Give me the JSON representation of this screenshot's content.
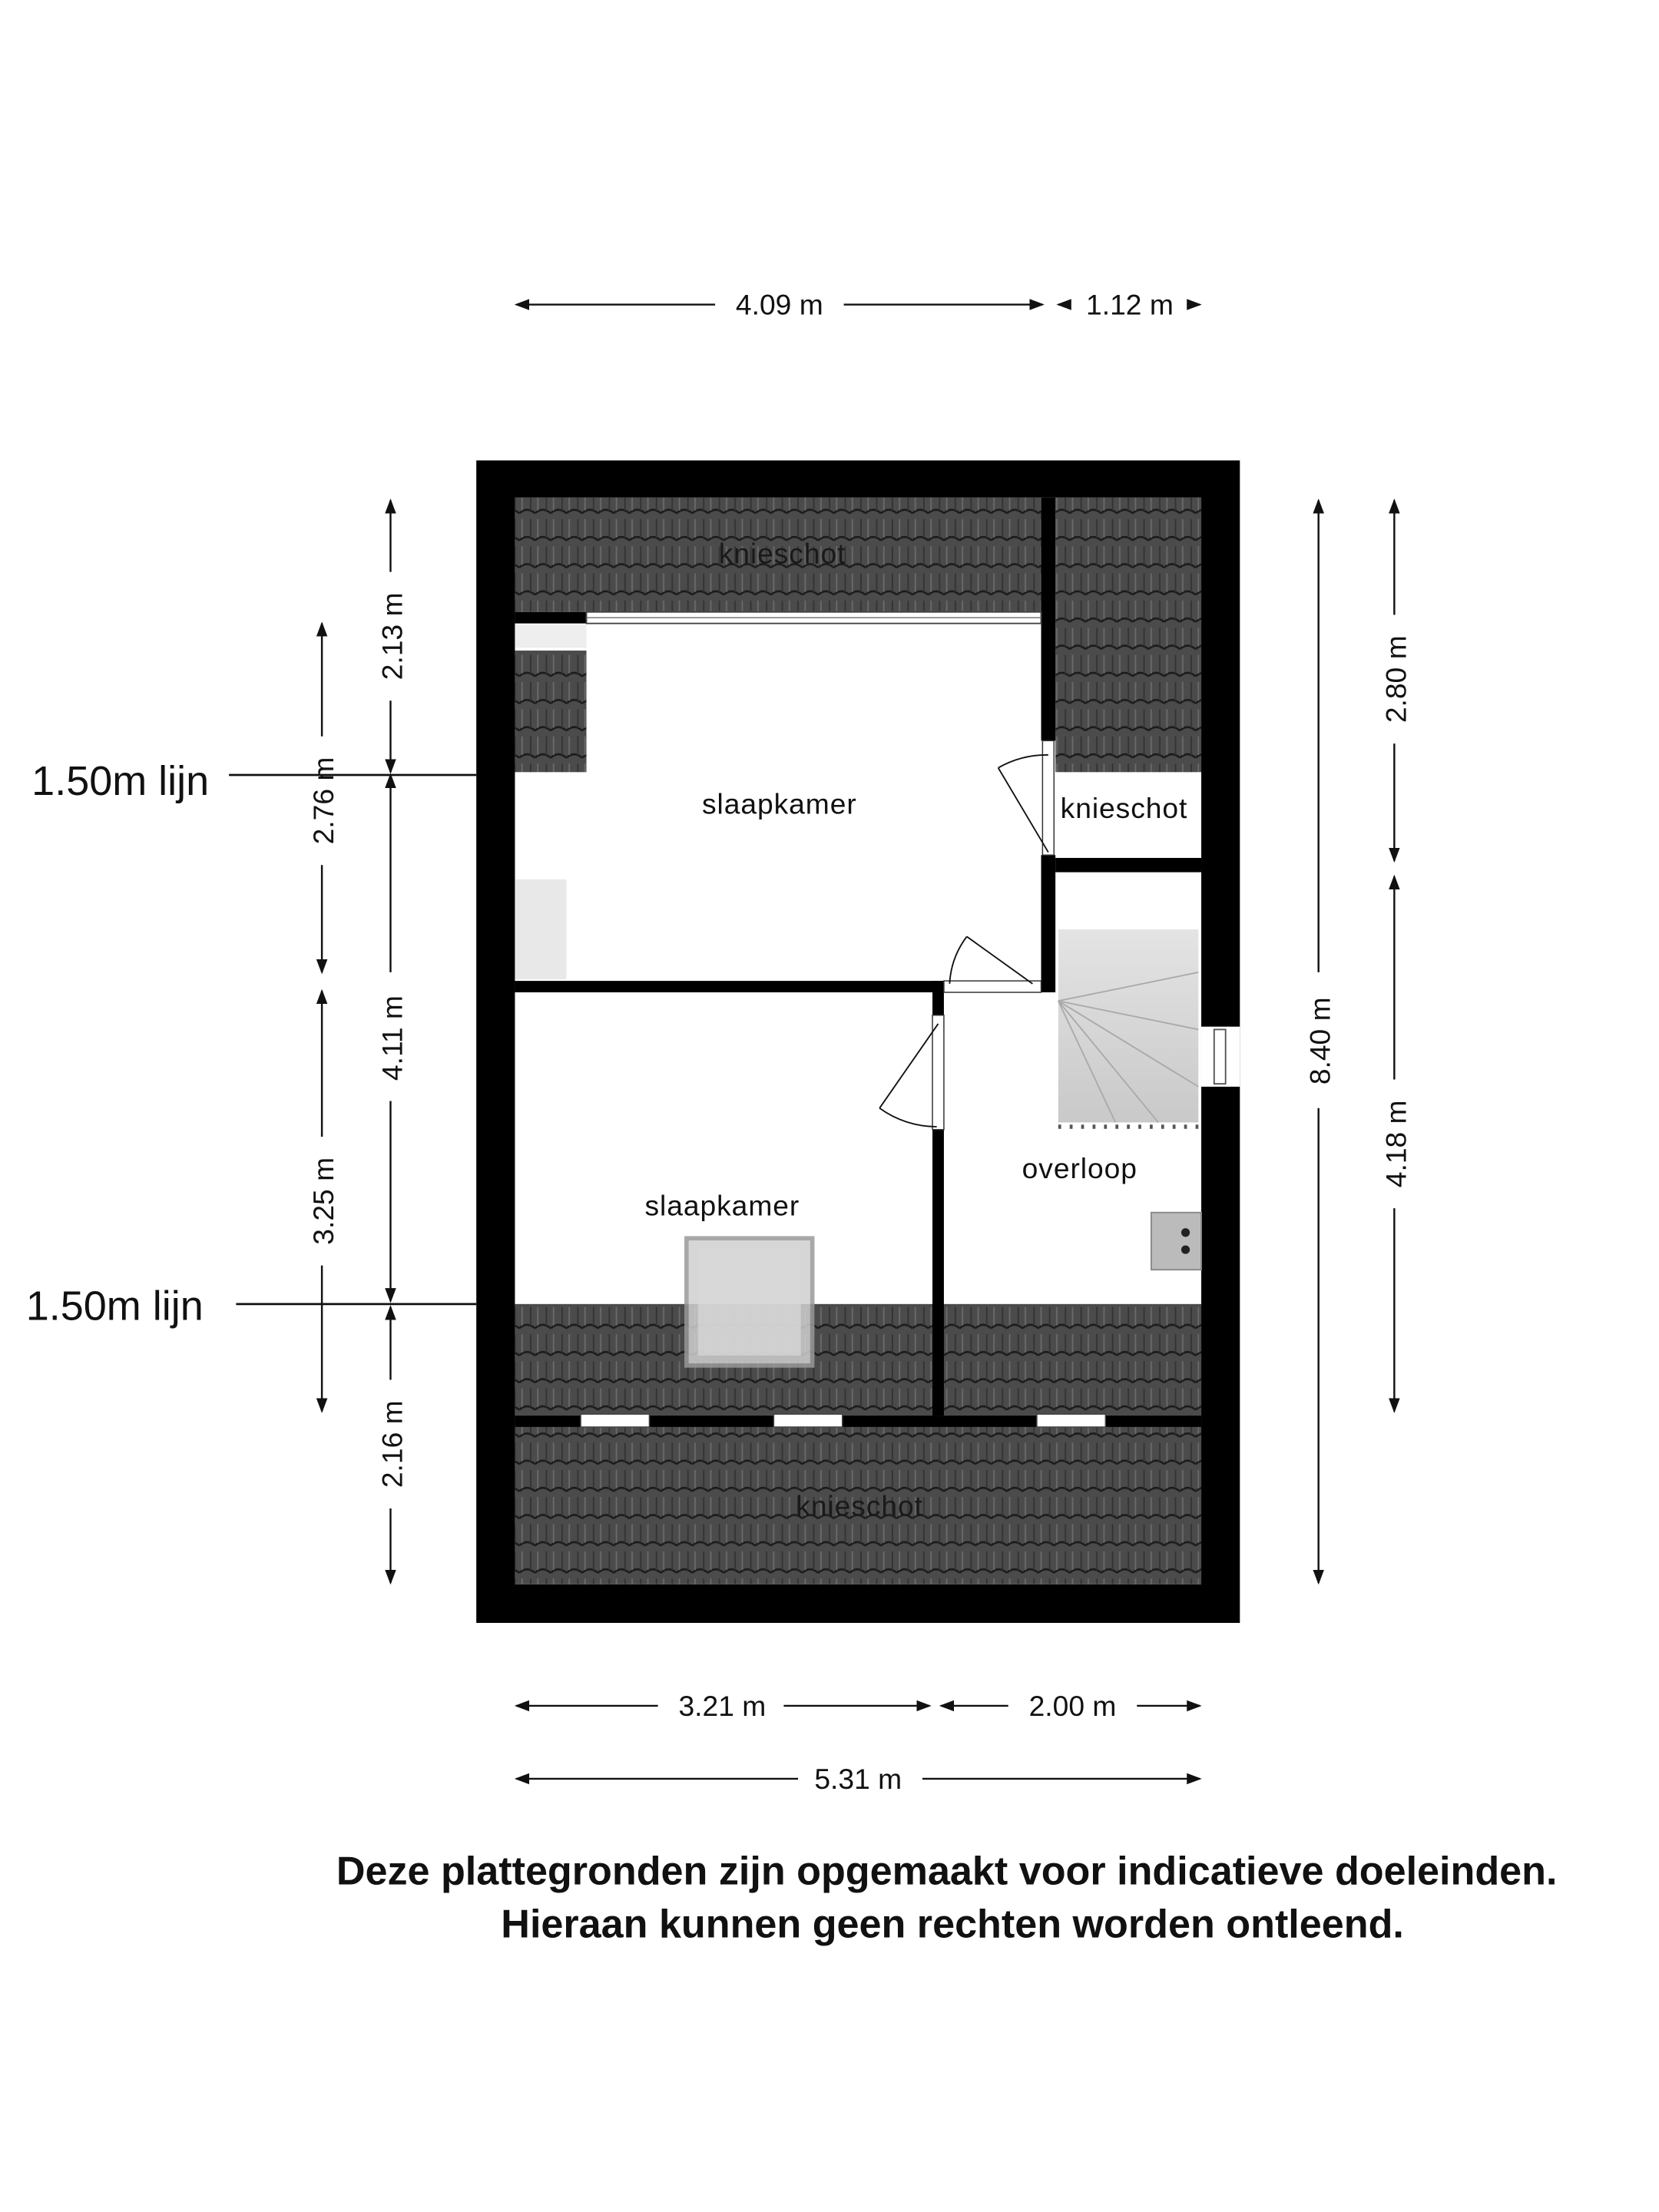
{
  "rooms": {
    "knieschot_top": "knieschot",
    "slaapkamer_top": "slaapkamer",
    "knieschot_right": "knieschot",
    "slaapkamer_bottom": "slaapkamer",
    "overloop": "overloop",
    "knieschot_bottom": "knieschot"
  },
  "dimensions": {
    "top_left": "4.09 m",
    "top_right": "1.12 m",
    "bottom_left": "3.21 m",
    "bottom_right": "2.00 m",
    "bottom_total": "5.31 m",
    "left_outer_1": "2.13 m",
    "left_outer_2": "4.11 m",
    "left_outer_3": "2.16 m",
    "left_inner_1": "2.76 m",
    "left_inner_2": "3.25 m",
    "right_total": "8.40 m",
    "right_1": "2.80 m",
    "right_2": "4.18 m"
  },
  "lines": {
    "lijn_top": "1.50m lijn",
    "lijn_bottom": "1.50m lijn"
  },
  "disclaimer": {
    "line1": "Deze plattegronden zijn opgemaakt voor indicatieve doeleinden.",
    "line2": "Hieraan kunnen geen rechten worden ontleend."
  },
  "colors": {
    "wall": "#000000",
    "tile": "#4b4b4b",
    "stair": "#d8d8d8"
  }
}
